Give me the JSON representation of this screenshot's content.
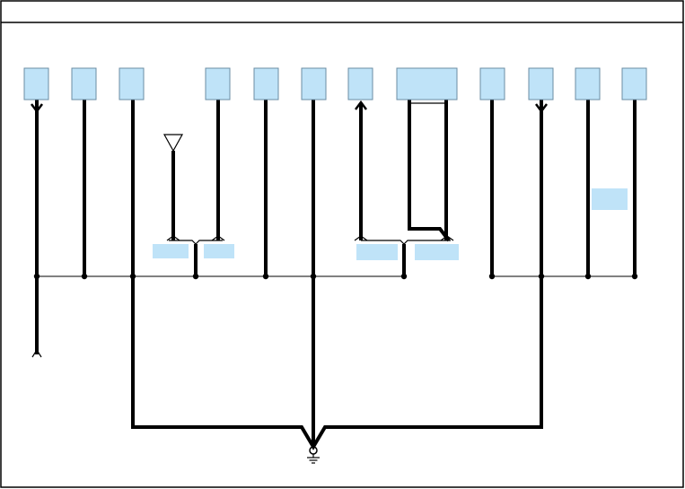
{
  "diagram": {
    "colors": {
      "wire": "#000000",
      "box_fill": "#bfe3f8",
      "box_border": "#6b8ca3",
      "tag_fill": "#bfe3f8",
      "background": "#ffffff",
      "frame": "#000000"
    },
    "components": [
      {
        "id": "c1",
        "label": ""
      },
      {
        "id": "c2",
        "label": ""
      },
      {
        "id": "c3",
        "label": ""
      },
      {
        "id": "c4",
        "label": ""
      },
      {
        "id": "c5",
        "label": ""
      },
      {
        "id": "c6",
        "label": ""
      },
      {
        "id": "c7",
        "label": ""
      },
      {
        "id": "c8",
        "label": ""
      },
      {
        "id": "c9",
        "label": ""
      },
      {
        "id": "c10",
        "label": ""
      },
      {
        "id": "c11",
        "label": ""
      },
      {
        "id": "c12",
        "label": ""
      }
    ],
    "connector_tags": [
      {
        "id": "t1",
        "label": ""
      },
      {
        "id": "t2",
        "label": ""
      },
      {
        "id": "t3",
        "label": ""
      },
      {
        "id": "t4",
        "label": ""
      },
      {
        "id": "t5",
        "label": ""
      }
    ],
    "icons": {
      "antenna": "antenna-icon",
      "ground": "ground-icon",
      "arrow_down": "arrow-down-icon",
      "arrow_up": "arrow-up-icon"
    }
  }
}
